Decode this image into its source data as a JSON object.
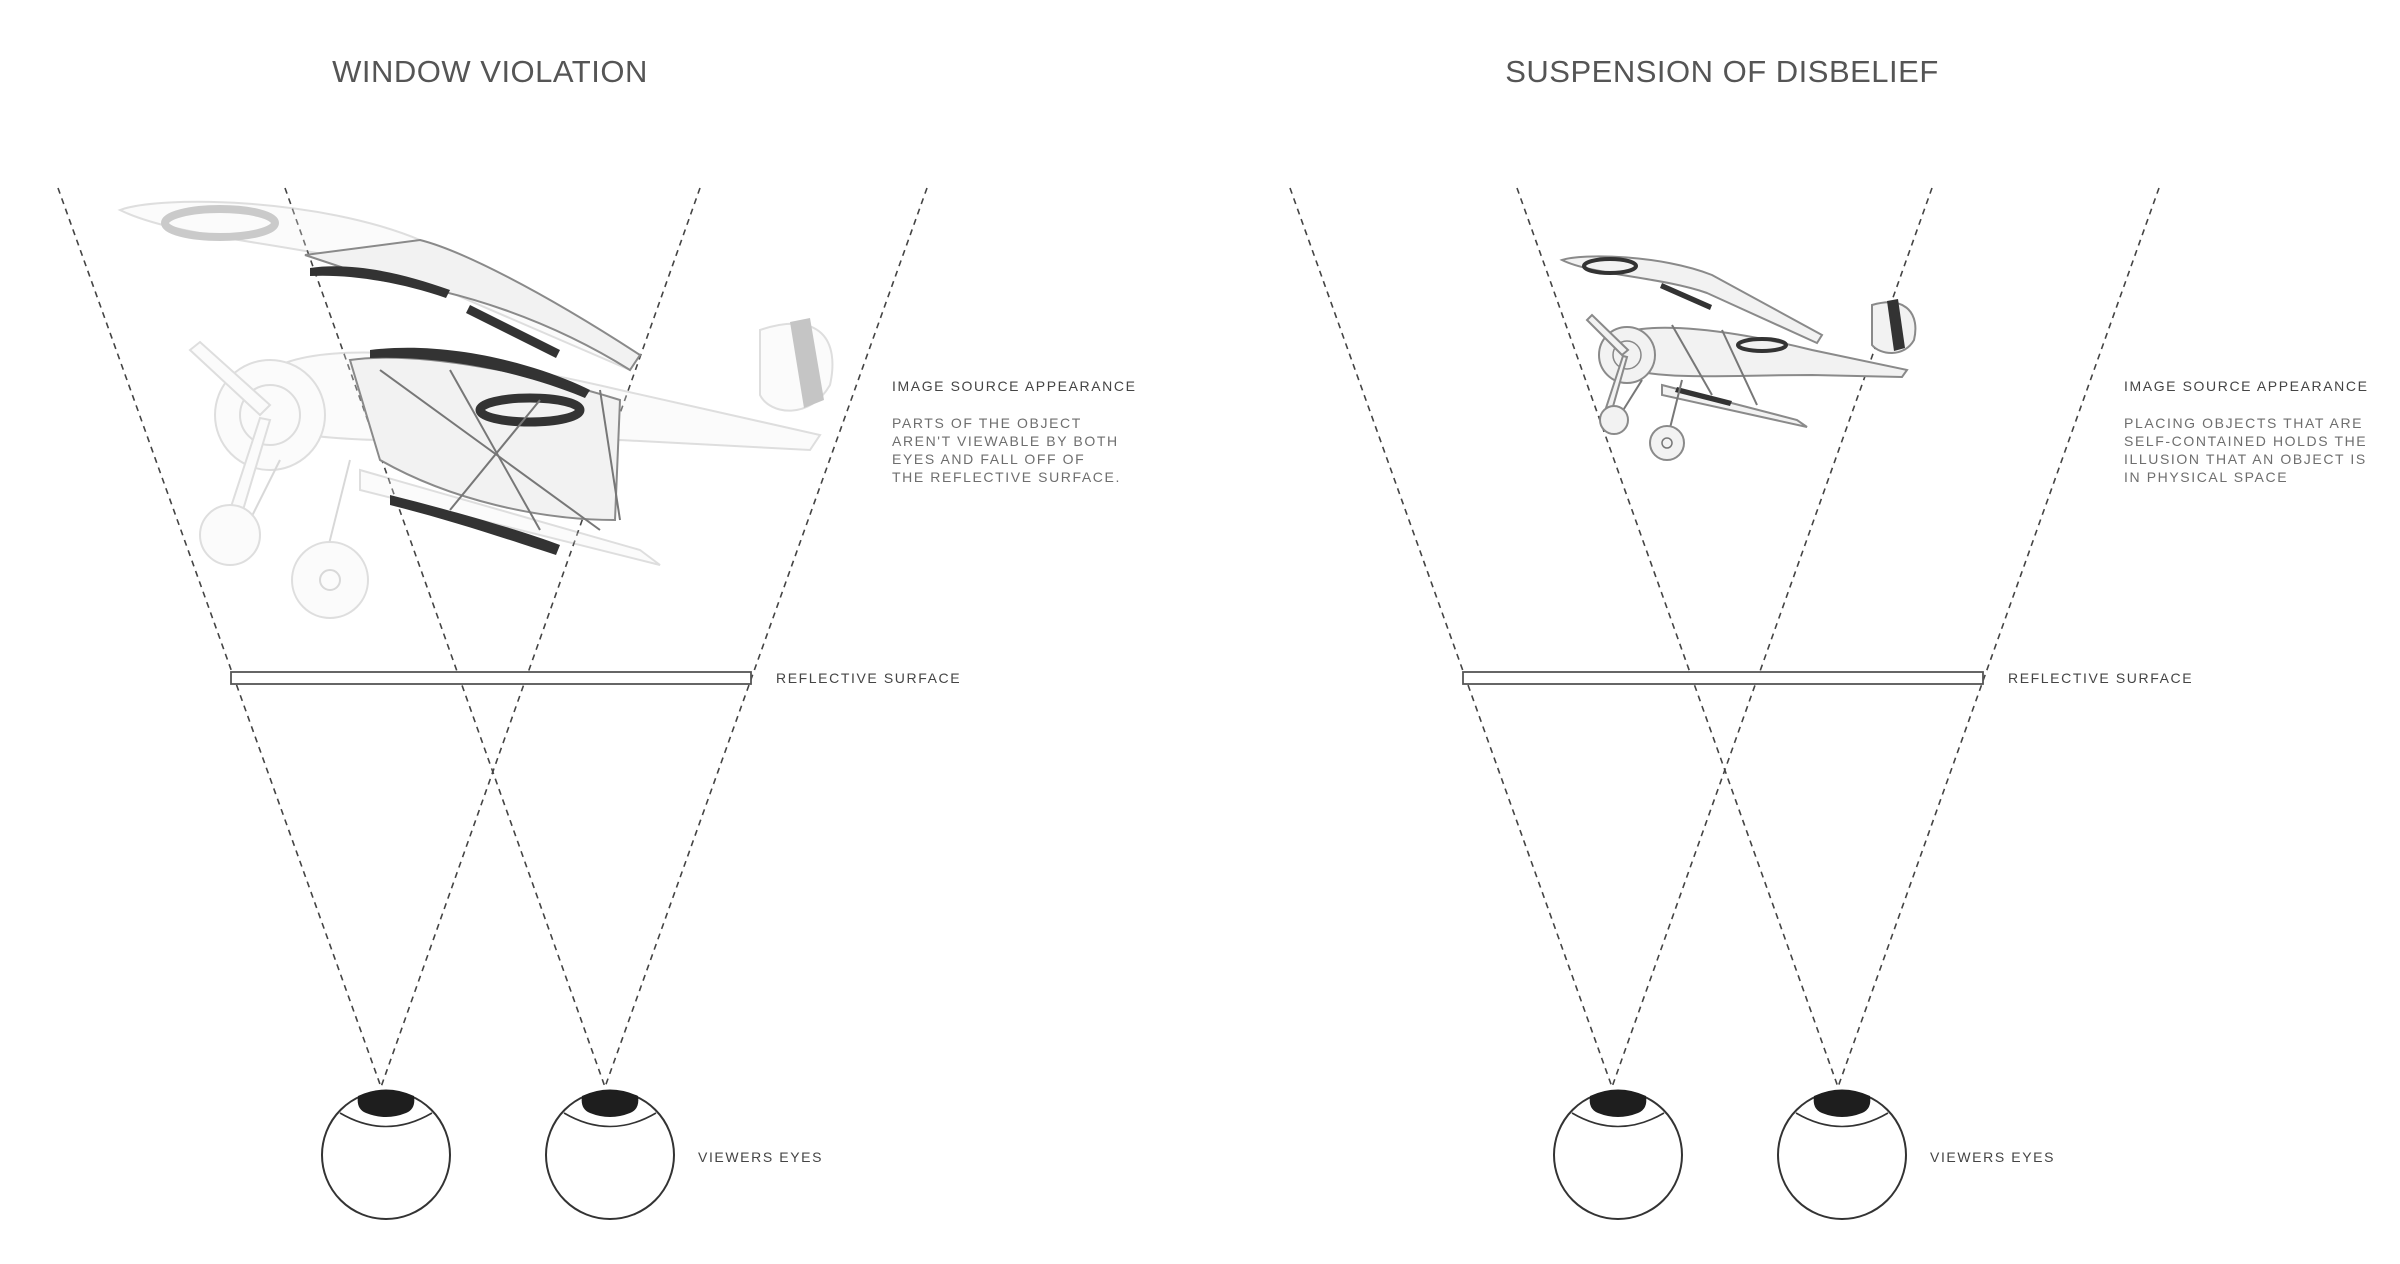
{
  "panels": [
    {
      "title": "WINDOW VIOLATION",
      "image_source_heading": "IMAGE SOURCE APPEARANCE",
      "image_source_lines": [
        "PARTS OF THE OBJECT",
        "AREN'T VIEWABLE BY BOTH",
        "EYES AND FALL OFF OF",
        "THE REFLECTIVE SURFACE."
      ],
      "surface_label": "REFLECTIVE SURFACE",
      "eyes_label": "VIEWERS EYES"
    },
    {
      "title": "SUSPENSION OF DISBELIEF",
      "image_source_heading": "IMAGE SOURCE APPEARANCE",
      "image_source_lines": [
        "PLACING OBJECTS THAT ARE",
        "SELF-CONTAINED HOLDS THE",
        "ILLUSION THAT AN OBJECT IS",
        "IN PHYSICAL SPACE"
      ],
      "surface_label": "REFLECTIVE SURFACE",
      "eyes_label": "VIEWERS EYES"
    }
  ],
  "icons": [
    "eye-icon",
    "biplane-illustration"
  ]
}
